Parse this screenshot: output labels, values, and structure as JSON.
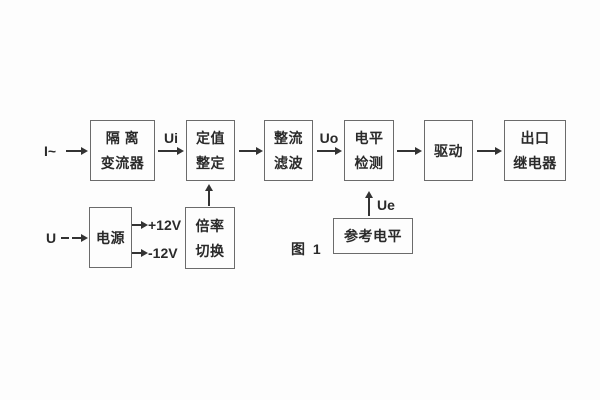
{
  "figure_caption": "图 1",
  "blocks": [
    {
      "name": "isolation-converter",
      "lines": [
        "隔 离",
        "变流器"
      ]
    },
    {
      "name": "setpoint-adjust",
      "lines": [
        "定值",
        "整定"
      ]
    },
    {
      "name": "rectifier-filter",
      "lines": [
        "整流",
        "滤波"
      ]
    },
    {
      "name": "level-detector",
      "lines": [
        "电平",
        "检测"
      ]
    },
    {
      "name": "driver",
      "lines": [
        "驱动"
      ]
    },
    {
      "name": "output-relay",
      "lines": [
        "出口",
        "继电器"
      ]
    },
    {
      "name": "power-supply",
      "lines": [
        "电源"
      ]
    },
    {
      "name": "multiplier-switch",
      "lines": [
        "倍率",
        "切换"
      ]
    },
    {
      "name": "reference-level",
      "lines": [
        "参考电平"
      ]
    }
  ],
  "labels": {
    "input_current": "I~",
    "input_voltage": "U",
    "ui": "Ui",
    "uo": "Uo",
    "ue": "Ue",
    "plus_12v": "+12V",
    "minus_12v": "-12V"
  },
  "connections": [
    {
      "from": "I~ input",
      "to": "isolation-converter",
      "signal": ""
    },
    {
      "from": "isolation-converter",
      "to": "setpoint-adjust",
      "signal": "Ui"
    },
    {
      "from": "setpoint-adjust",
      "to": "rectifier-filter",
      "signal": ""
    },
    {
      "from": "rectifier-filter",
      "to": "level-detector",
      "signal": "Uo"
    },
    {
      "from": "level-detector",
      "to": "driver",
      "signal": ""
    },
    {
      "from": "driver",
      "to": "output-relay",
      "signal": ""
    },
    {
      "from": "U input",
      "to": "power-supply",
      "signal": ""
    },
    {
      "from": "power-supply",
      "to": "+12V rail",
      "signal": "+12V"
    },
    {
      "from": "power-supply",
      "to": "-12V rail",
      "signal": "-12V"
    },
    {
      "from": "multiplier-switch",
      "to": "setpoint-adjust",
      "signal": ""
    },
    {
      "from": "reference-level",
      "to": "level-detector",
      "signal": "Ue"
    }
  ],
  "colors": {
    "line": "#333333",
    "border": "#6b6b6b",
    "text": "#2a2a2a",
    "background": "#fdfdfd"
  }
}
